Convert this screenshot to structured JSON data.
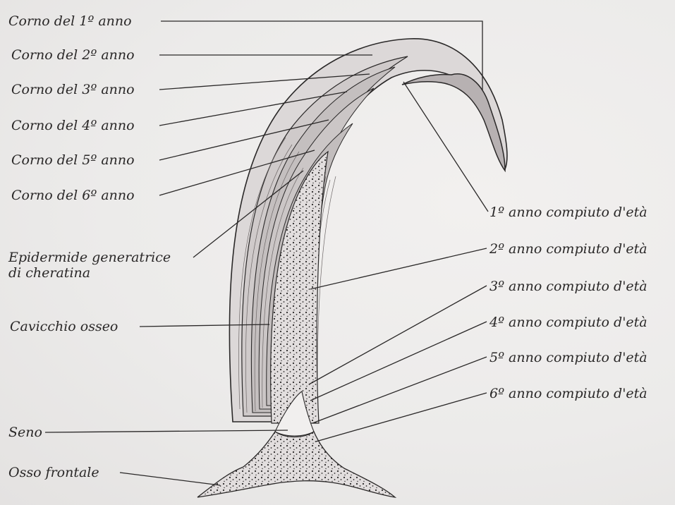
{
  "left_labels": [
    {
      "text": "Corno del 1º anno"
    },
    {
      "text": "Corno del 2º anno"
    },
    {
      "text": "Corno del 3º anno"
    },
    {
      "text": "Corno del 4º anno"
    },
    {
      "text": "Corno del 5º anno"
    },
    {
      "text": "Corno del 6º anno"
    }
  ],
  "epidermis_label": {
    "line1": "Epidermide generatrice",
    "line2": "di cheratina"
  },
  "bone_core_label": "Cavicchio osseo",
  "sinus_label": "Seno",
  "frontal_bone_label": "Osso frontale",
  "right_labels": [
    {
      "text": "1º anno compiuto d'età"
    },
    {
      "text": "2º anno compiuto d'età"
    },
    {
      "text": "3º anno compiuto d'età"
    },
    {
      "text": "4º anno compiuto d'età"
    },
    {
      "text": "5º anno compiuto d'età"
    },
    {
      "text": "6º anno compiuto d'età"
    }
  ],
  "colors": {
    "ink": "#2a2828",
    "first_year_horn": "#b7b1b2",
    "horn_layers": "#c9c4c4",
    "background": "#efedec"
  }
}
